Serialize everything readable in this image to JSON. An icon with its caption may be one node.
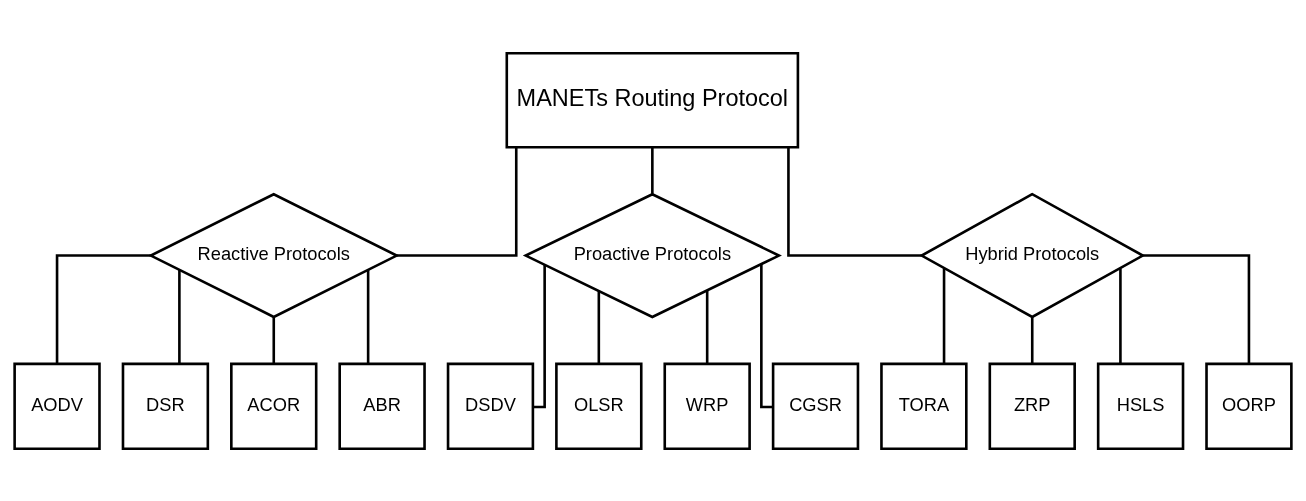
{
  "diagram": {
    "nodes": [
      {
        "text": [
          "MANETs Routing Protocol"
        ]
      },
      {
        "text": [
          "Reactive Protocols"
        ]
      },
      {
        "text": [
          "Proactive Protocols"
        ]
      },
      {
        "text": [
          "Hybrid Protocols"
        ]
      },
      {
        "text": [
          "AODV"
        ]
      },
      {
        "text": [
          "DSR"
        ]
      },
      {
        "text": [
          "ACOR"
        ]
      },
      {
        "text": [
          "ABR"
        ]
      },
      {
        "text": [
          "DSDV"
        ]
      },
      {
        "text": [
          "OLSR"
        ]
      },
      {
        "text": [
          "WRP"
        ]
      },
      {
        "text": [
          "CGSR"
        ]
      },
      {
        "text": [
          "TORA"
        ]
      },
      {
        "text": [
          "ZRP"
        ]
      },
      {
        "text": [
          "HSLS"
        ]
      },
      {
        "text": [
          "OORP"
        ]
      }
    ],
    "edges": [
      {
        "from": 0,
        "to": 1,
        "arrow": "none"
      },
      {
        "from": 0,
        "to": 2,
        "arrow": "none"
      },
      {
        "from": 0,
        "to": 3,
        "arrow": "none"
      },
      {
        "from": 1,
        "to": 4,
        "arrow": "none"
      },
      {
        "from": 1,
        "to": 5,
        "arrow": "none"
      },
      {
        "from": 1,
        "to": 6,
        "arrow": "none"
      },
      {
        "from": 1,
        "to": 7,
        "arrow": "none"
      },
      {
        "from": 2,
        "to": 8,
        "arrow": "none"
      },
      {
        "from": 2,
        "to": 9,
        "arrow": "none"
      },
      {
        "from": 2,
        "to": 10,
        "arrow": "none"
      },
      {
        "from": 2,
        "to": 11,
        "arrow": "none"
      },
      {
        "from": 3,
        "to": 12,
        "arrow": "none"
      },
      {
        "from": 3,
        "to": 13,
        "arrow": "none"
      },
      {
        "from": 3,
        "to": 14,
        "arrow": "none"
      },
      {
        "from": 3,
        "to": 15,
        "arrow": "none"
      }
    ]
  }
}
